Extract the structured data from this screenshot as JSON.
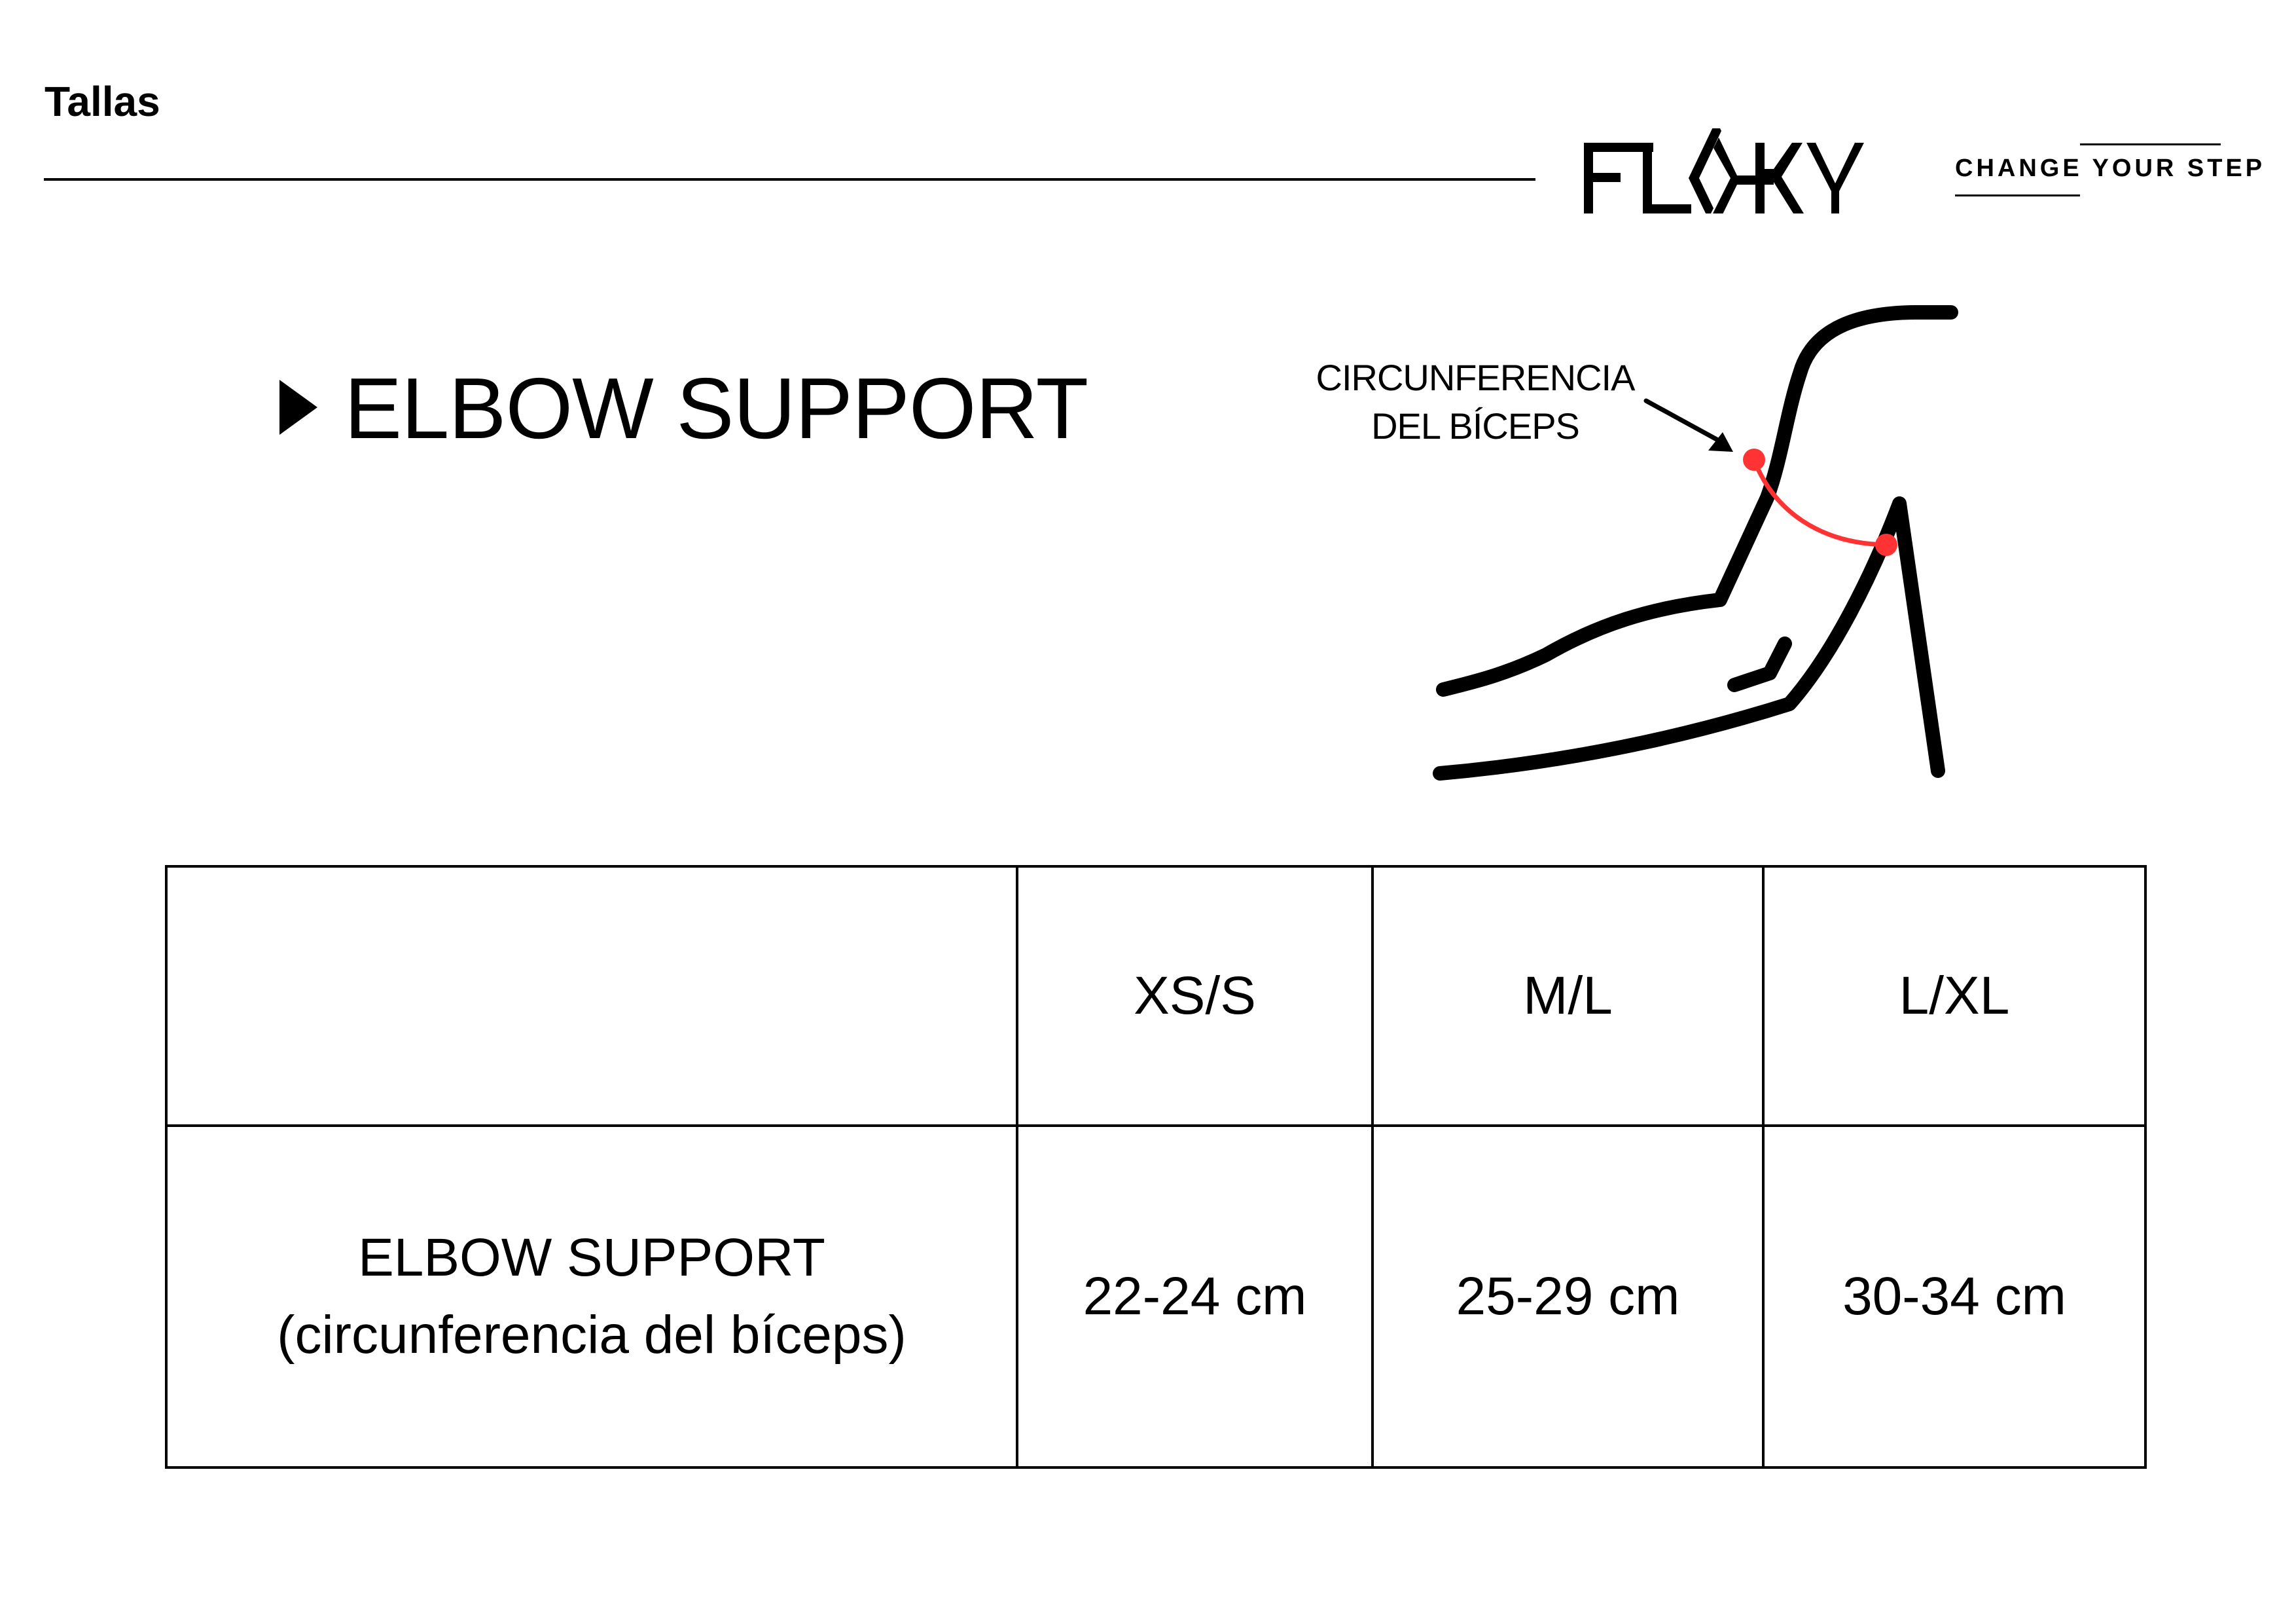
{
  "header": {
    "title": "Tallas"
  },
  "brand": {
    "logo_text": "FLOKY",
    "tagline": "CHANGE YOUR STEP"
  },
  "product": {
    "title": "ELBOW SUPPORT"
  },
  "illustration": {
    "annotation_line1": "CIRCUNFERENCIA",
    "annotation_line2": "DEL BÍCEPS",
    "marker_color": "#ff3333"
  },
  "size_table": {
    "headers": [
      "",
      "XS/S",
      "M/L",
      "L/XL"
    ],
    "row": {
      "label_line1": "ELBOW SUPPORT",
      "label_line2": "(circunferencia del bíceps)",
      "values": [
        "22-24 cm",
        "25-29 cm",
        "30-34 cm"
      ]
    }
  }
}
